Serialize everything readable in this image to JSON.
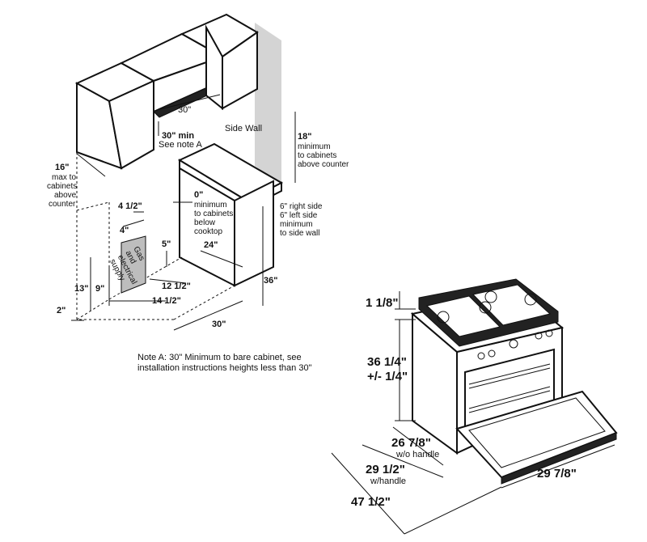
{
  "installation": {
    "side_wall": "Side Wall",
    "upper_gap_width": "30\"",
    "min_clearance": "30\" min",
    "see_note_a": "See note A",
    "upper_depth": "16\"",
    "upper_depth_note": [
      "max to",
      "cabinets",
      "above",
      "counter"
    ],
    "side_wall_height": "18\"",
    "side_wall_height_note": [
      "minimum",
      "to cabinets",
      "above counter"
    ],
    "zero_clearance": "0\"",
    "zero_clearance_note": [
      "minimum",
      "to cabinets",
      "below",
      "cooktop"
    ],
    "right_side": "6\" right side",
    "left_side": "6\" left side",
    "side_wall_note": [
      "minimum",
      "to side wall"
    ],
    "supply_offset_a": "4 1/2\"",
    "supply_offset_b": "4\"",
    "supply_height_a": "5\"",
    "counter_depth": "24\"",
    "supply_label": [
      "Gas",
      "and",
      "electrical",
      "supply"
    ],
    "height_13": "13\"",
    "height_9": "9\"",
    "width_12_5": "12 1/2\"",
    "width_14_5": "14 1/2\"",
    "counter_height": "36\"",
    "floor_gap": "2\"",
    "opening_width": "30\"",
    "note_a_line1": "Note A: 30\" Minimum to bare cabinet, see",
    "note_a_line2": "installation instructions heights less than 30\""
  },
  "range": {
    "grate_height": "1 1/8\"",
    "height_main": "36 1/4\"",
    "height_tol": "+/- 1/4\"",
    "depth_no_handle": "26 7/8\"",
    "depth_no_handle_note": "w/o handle",
    "depth_handle": "29 1/2\"",
    "depth_handle_note": "w/handle",
    "depth_open": "47 1/2\"",
    "width": "29 7/8\""
  }
}
